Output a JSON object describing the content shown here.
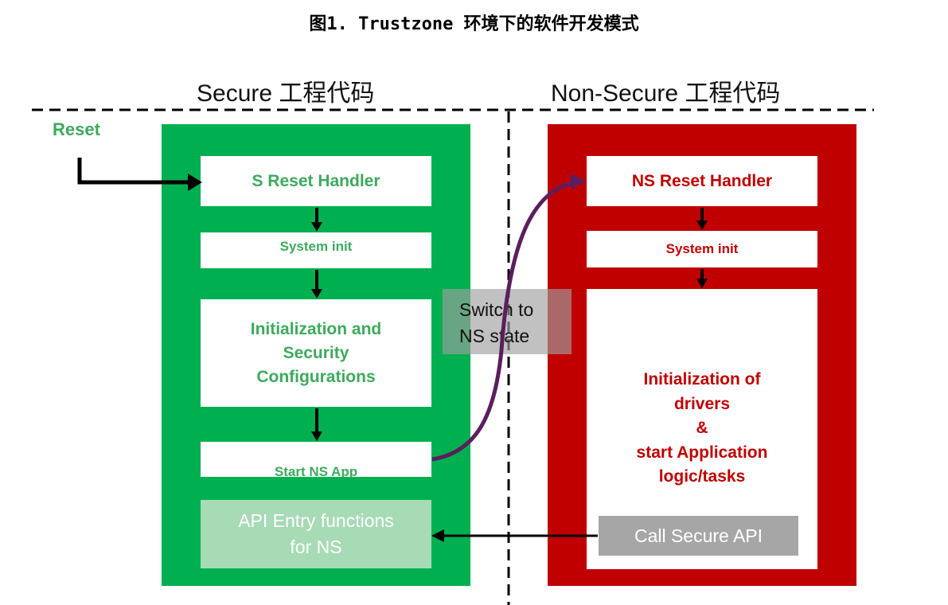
{
  "figure": {
    "title": "图1. Trustzone 环境下的软件开发模式"
  },
  "secure": {
    "heading": "Secure 工程代码",
    "reset_label": "Reset",
    "color": "#00b050",
    "text_color": "#3daa5c",
    "boxes": {
      "reset_handler": "S Reset Handler",
      "system_init": "System init",
      "init_line1": "Initialization and",
      "init_line2": "Security",
      "init_line3": "Configurations",
      "start_ns": "Start NS App"
    },
    "api_line1": "API Entry functions",
    "api_line2": "for NS"
  },
  "nonsecure": {
    "heading": "Non-Secure 工程代码",
    "color": "#c00000",
    "boxes": {
      "reset_handler": "NS Reset Handler",
      "system_init": "System init",
      "init_line1": "Initialization of",
      "init_line2": "drivers",
      "init_line3": "&",
      "init_line4": "start Application",
      "init_line5": "logic/tasks"
    },
    "call_api": "Call Secure API"
  },
  "switch": {
    "line1": "Switch to",
    "line2": "NS state",
    "arrow_color": "#5b1e5e"
  }
}
